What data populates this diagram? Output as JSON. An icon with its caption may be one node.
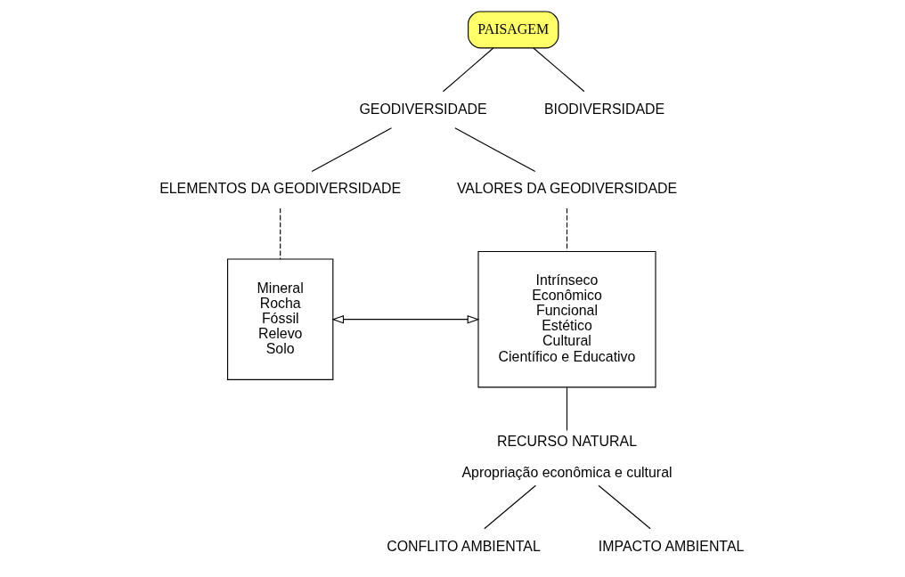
{
  "diagram": {
    "nodes": [
      {
        "text": [
          "PAISAGEM"
        ]
      },
      {
        "text": [
          "GEODIVERSIDADE"
        ]
      },
      {
        "text": [
          "BIODIVERSIDADE"
        ]
      },
      {
        "text": [
          "ELEMENTOS DA GEODIVERSIDADE"
        ]
      },
      {
        "text": [
          "VALORES DA GEODIVERSIDADE"
        ]
      },
      {
        "text": [
          "Mineral",
          "Rocha",
          "Fóssil",
          "Relevo",
          "Solo"
        ]
      },
      {
        "text": [
          "Intrínseco",
          "Econômico",
          "Funcional",
          "Estético",
          "Cultural",
          "Científico e Educativo"
        ]
      },
      {
        "text": [
          "RECURSO NATURAL"
        ],
        "beside": [
          "Apropriação econômica e cultural"
        ]
      },
      {
        "text": [
          "CONFLITO AMBIENTAL"
        ]
      },
      {
        "text": [
          "IMPACTO AMBIENTAL"
        ]
      }
    ],
    "edges": [
      {
        "from": 0,
        "to": 1,
        "arrow": "none"
      },
      {
        "from": 0,
        "to": 2,
        "arrow": "none"
      },
      {
        "from": 1,
        "to": 3,
        "arrow": "none"
      },
      {
        "from": 1,
        "to": 4,
        "arrow": "none"
      },
      {
        "from": 3,
        "to": 5,
        "arrow": "none",
        "style": "dashed"
      },
      {
        "from": 4,
        "to": 6,
        "arrow": "none",
        "style": "dashed"
      },
      {
        "from": 5,
        "to": 6,
        "arrow": "both"
      },
      {
        "from": 6,
        "to": 7,
        "arrow": "none"
      },
      {
        "from": 7,
        "to": 8,
        "arrow": "none"
      },
      {
        "from": 7,
        "to": 9,
        "arrow": "none"
      }
    ]
  }
}
